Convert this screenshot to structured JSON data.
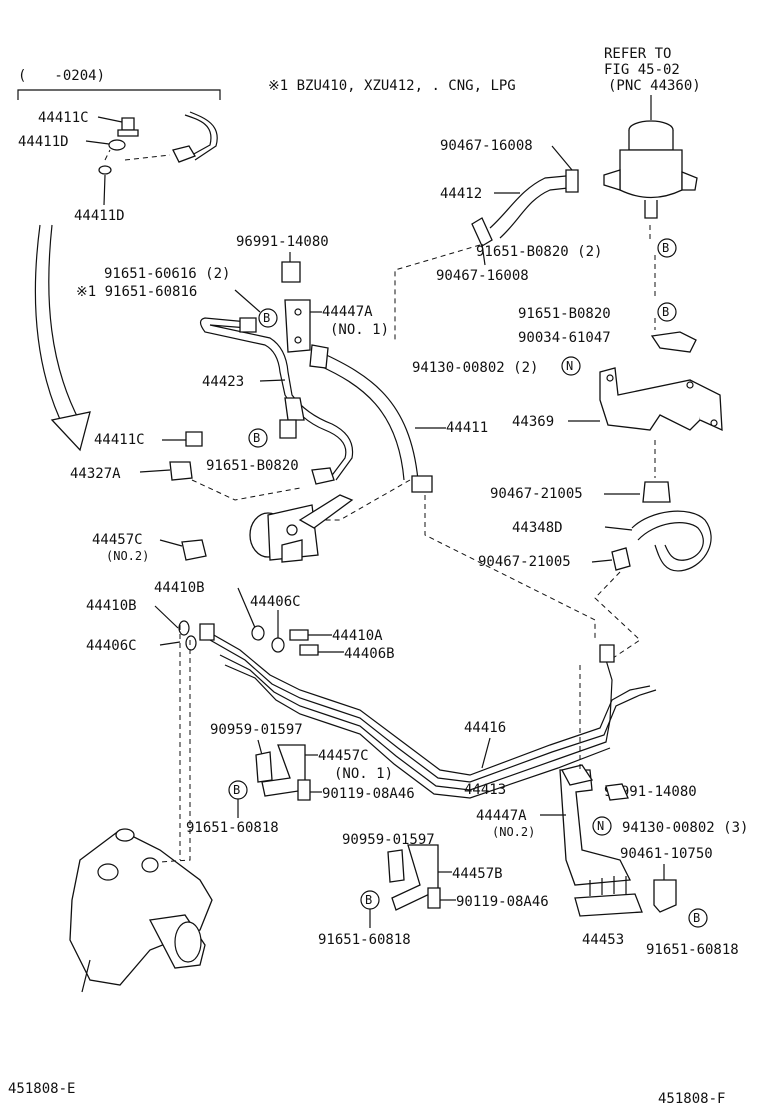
{
  "header": {
    "variant_range": "(　　-0204)",
    "note": "※1 BZU410, XZU412, . CNG, LPG",
    "refer_line1": "REFER TO",
    "refer_line2": "FIG 45-02",
    "refer_line3": "(PNC 44360)"
  },
  "labels": {
    "p44411C_top": "44411C",
    "p44411D_top": "44411D",
    "p44411D_low": "44411D",
    "p90467_16008_a": "90467-16008",
    "p44412": "44412",
    "p90467_16008_b": "90467-16008",
    "p91651_B0820_2": "91651-B0820 (2)",
    "p96991_14080_a": "96991-14080",
    "p91651_60616": "91651-60616 (2)",
    "p91651_60816": "※1 91651-60816",
    "p44447A_1": "44447A",
    "p44447A_1_sub": "(NO. 1)",
    "p91651_B0820_b": "91651-B0820",
    "p90034_61047": "90034-61047",
    "p94130_00802_2": "94130-00802 (2)",
    "p44423": "44423",
    "p44411": "44411",
    "p44369": "44369",
    "p44411C_mid": "44411C",
    "p91651_B0820_c": "91651-B0820",
    "p44327A": "44327A",
    "p90467_21005_a": "90467-21005",
    "p44348D": "44348D",
    "p90467_21005_b": "90467-21005",
    "p44457C_2": "44457C",
    "p44457C_2_sub": "(NO.2)",
    "p44410B_a": "44410B",
    "p44410B_b": "44410B",
    "p44406C_a": "44406C",
    "p44406C_b": "44406C",
    "p44410A": "44410A",
    "p44406B": "44406B",
    "p44416": "44416",
    "p90959_01597_a": "90959-01597",
    "p44457C_1": "44457C",
    "p44457C_1_sub": "(NO. 1)",
    "p90119_08A46_a": "90119-08A46",
    "p91651_60818_a": "91651-60818",
    "p44413": "44413",
    "p96991_14080_b": "96991-14080",
    "p44447A_2": "44447A",
    "p44447A_2_sub": "(NO.2)",
    "p94130_00802_3": "94130-00802 (3)",
    "p90959_01597_b": "90959-01597",
    "p44457B": "44457B",
    "p90461_10750": "90461-10750",
    "p90119_08A46_b": "90119-08A46",
    "p44453": "44453",
    "p91651_60818_b": "91651-60818",
    "p91651_60818_c": "91651-60818"
  },
  "markers": {
    "b": "B",
    "n": "N"
  },
  "footer": {
    "left_code": "451808-E",
    "right_code": "451808-F"
  }
}
